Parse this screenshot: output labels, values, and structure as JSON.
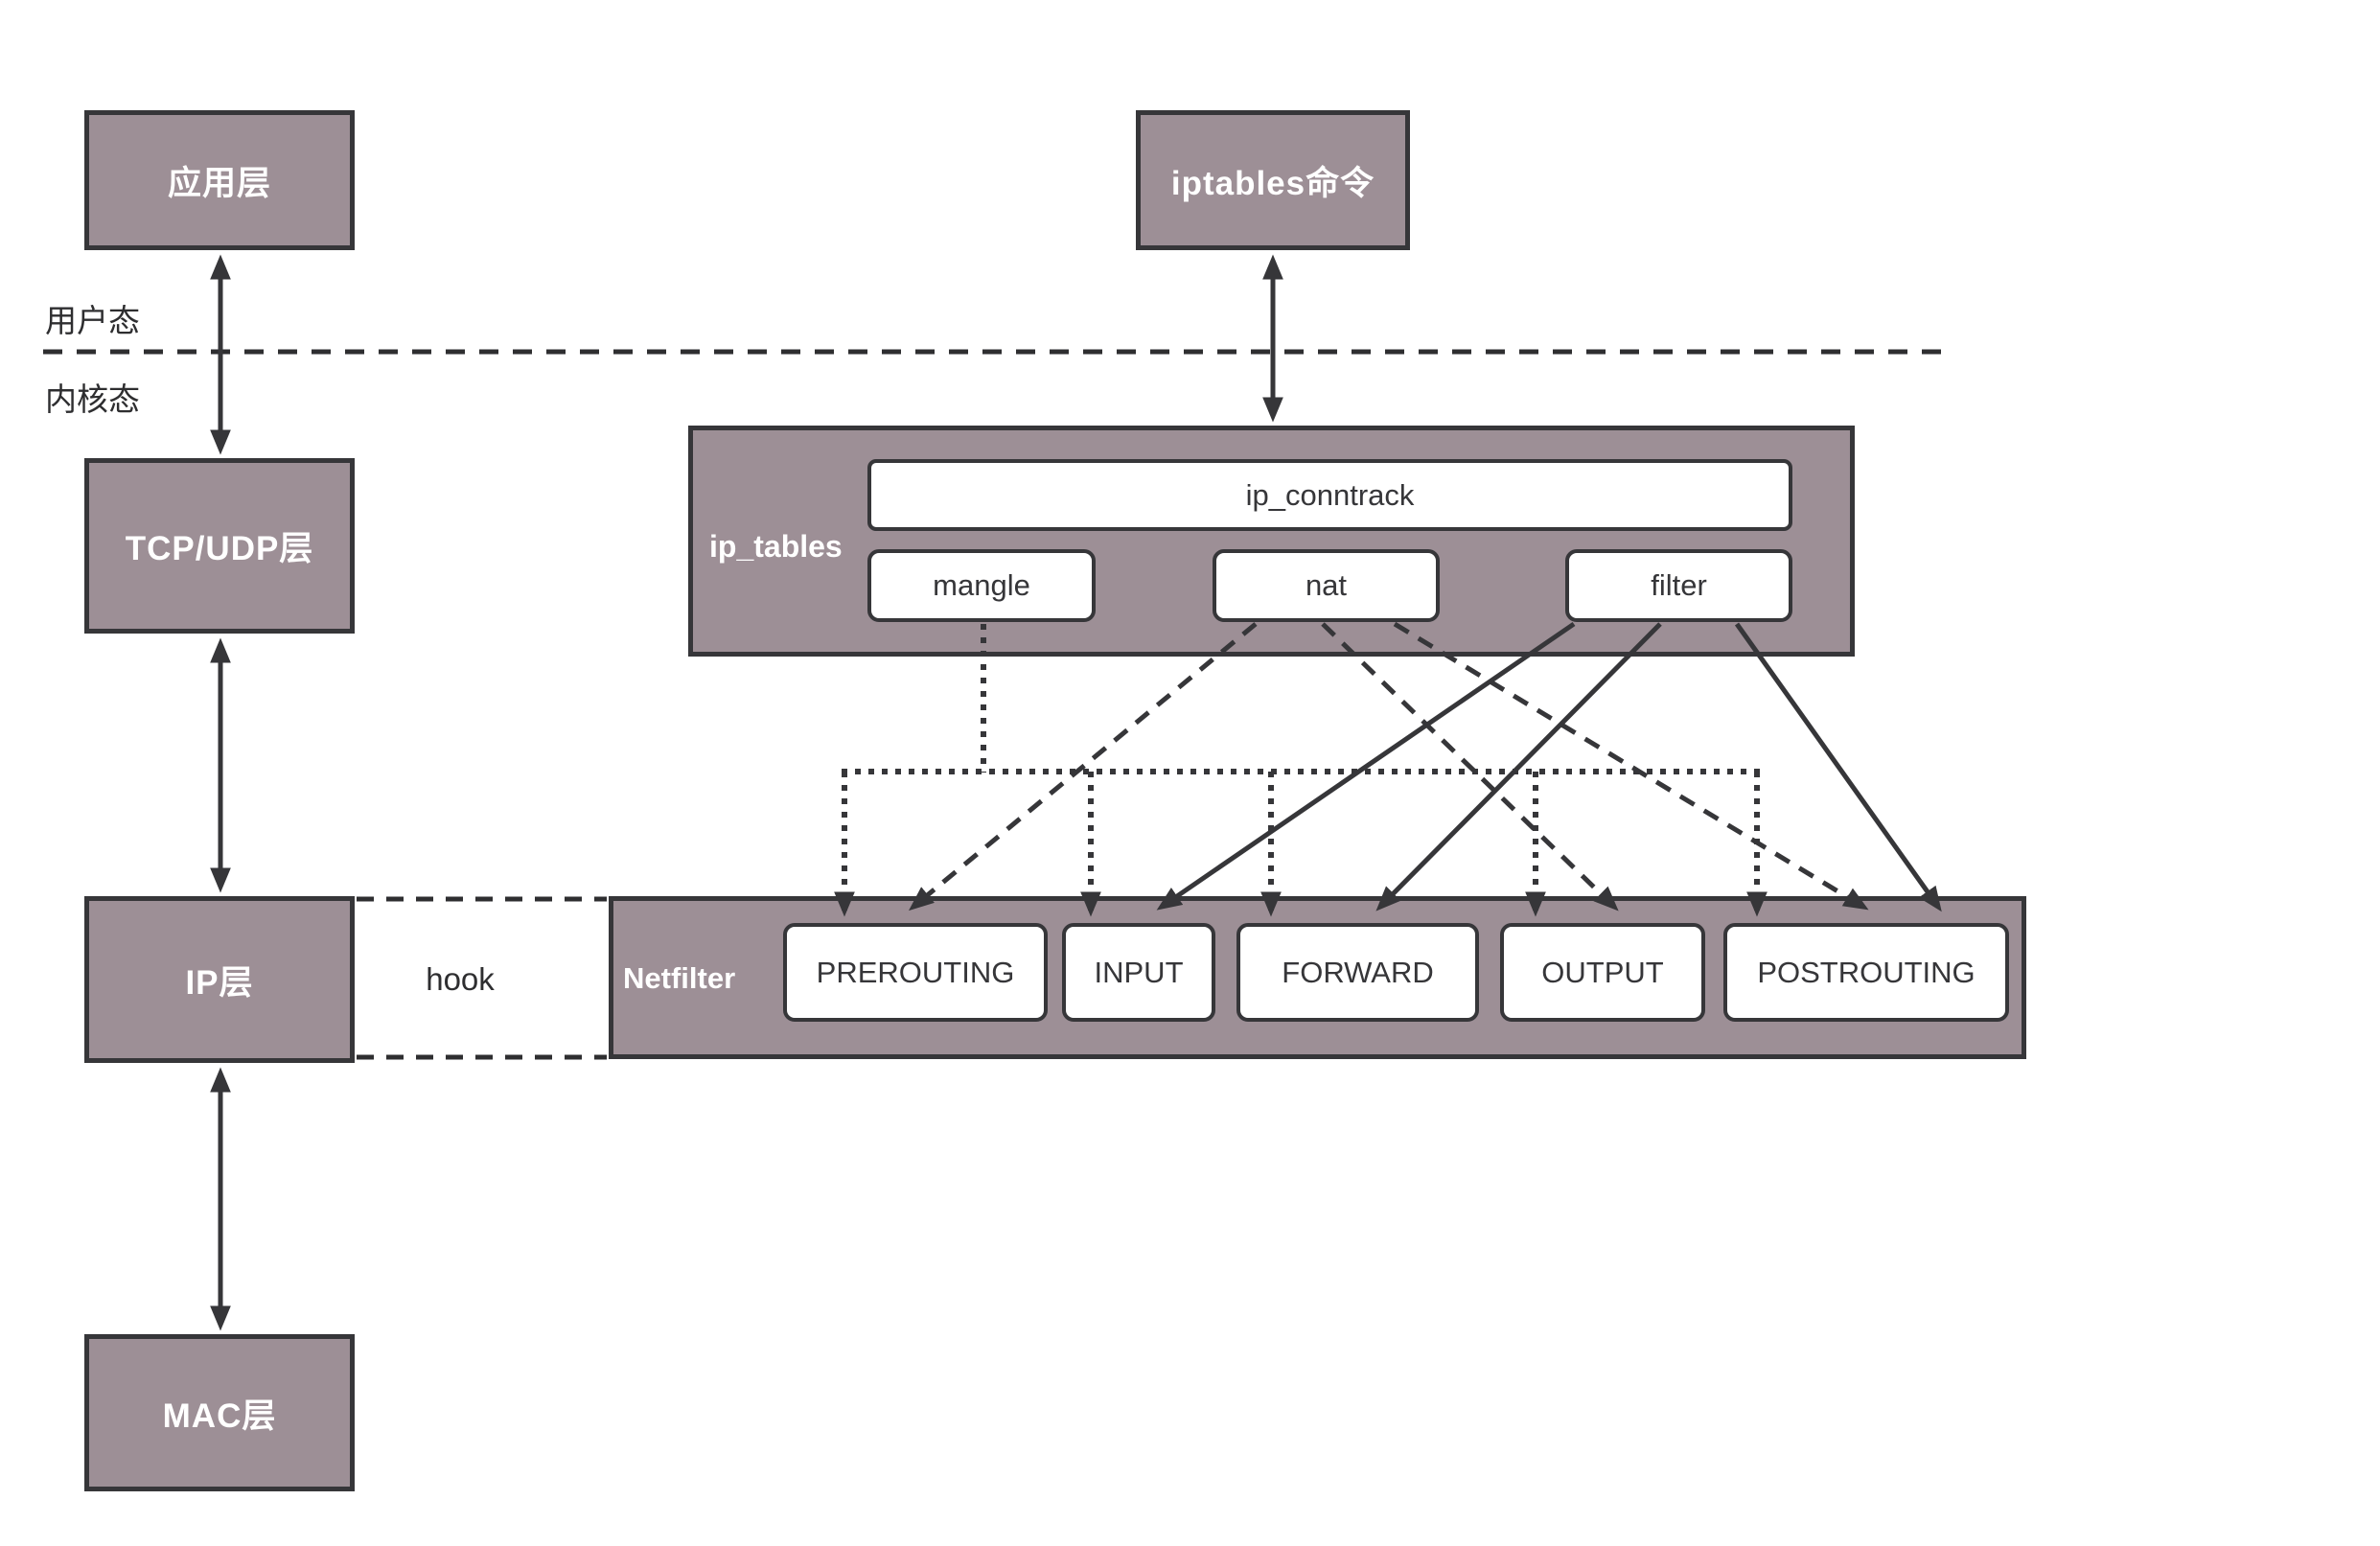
{
  "colors": {
    "box_fill": "#9d8f96",
    "line": "#363639",
    "text_on_fill": "#ffffff",
    "text_dark": "#2e2e30"
  },
  "left_stack": {
    "app": "应用层",
    "tcp_udp": "TCP/UDP层",
    "ip": "IP层",
    "mac": "MAC层"
  },
  "modes": {
    "user": "用户态",
    "kernel": "内核态"
  },
  "iptables_cmd": "iptables命令",
  "ip_tables": {
    "label": "ip_tables",
    "conntrack": "ip_conntrack",
    "tables": [
      "mangle",
      "nat",
      "filter"
    ]
  },
  "netfilter": {
    "label": "Netfilter",
    "chains": [
      "PREROUTING",
      "INPUT",
      "FORWARD",
      "OUTPUT",
      "POSTROUTING"
    ]
  },
  "hook_label": "hook",
  "legend": {
    "dotted_from": "mangle",
    "dashed_from": "nat",
    "solid_from": "filter"
  }
}
